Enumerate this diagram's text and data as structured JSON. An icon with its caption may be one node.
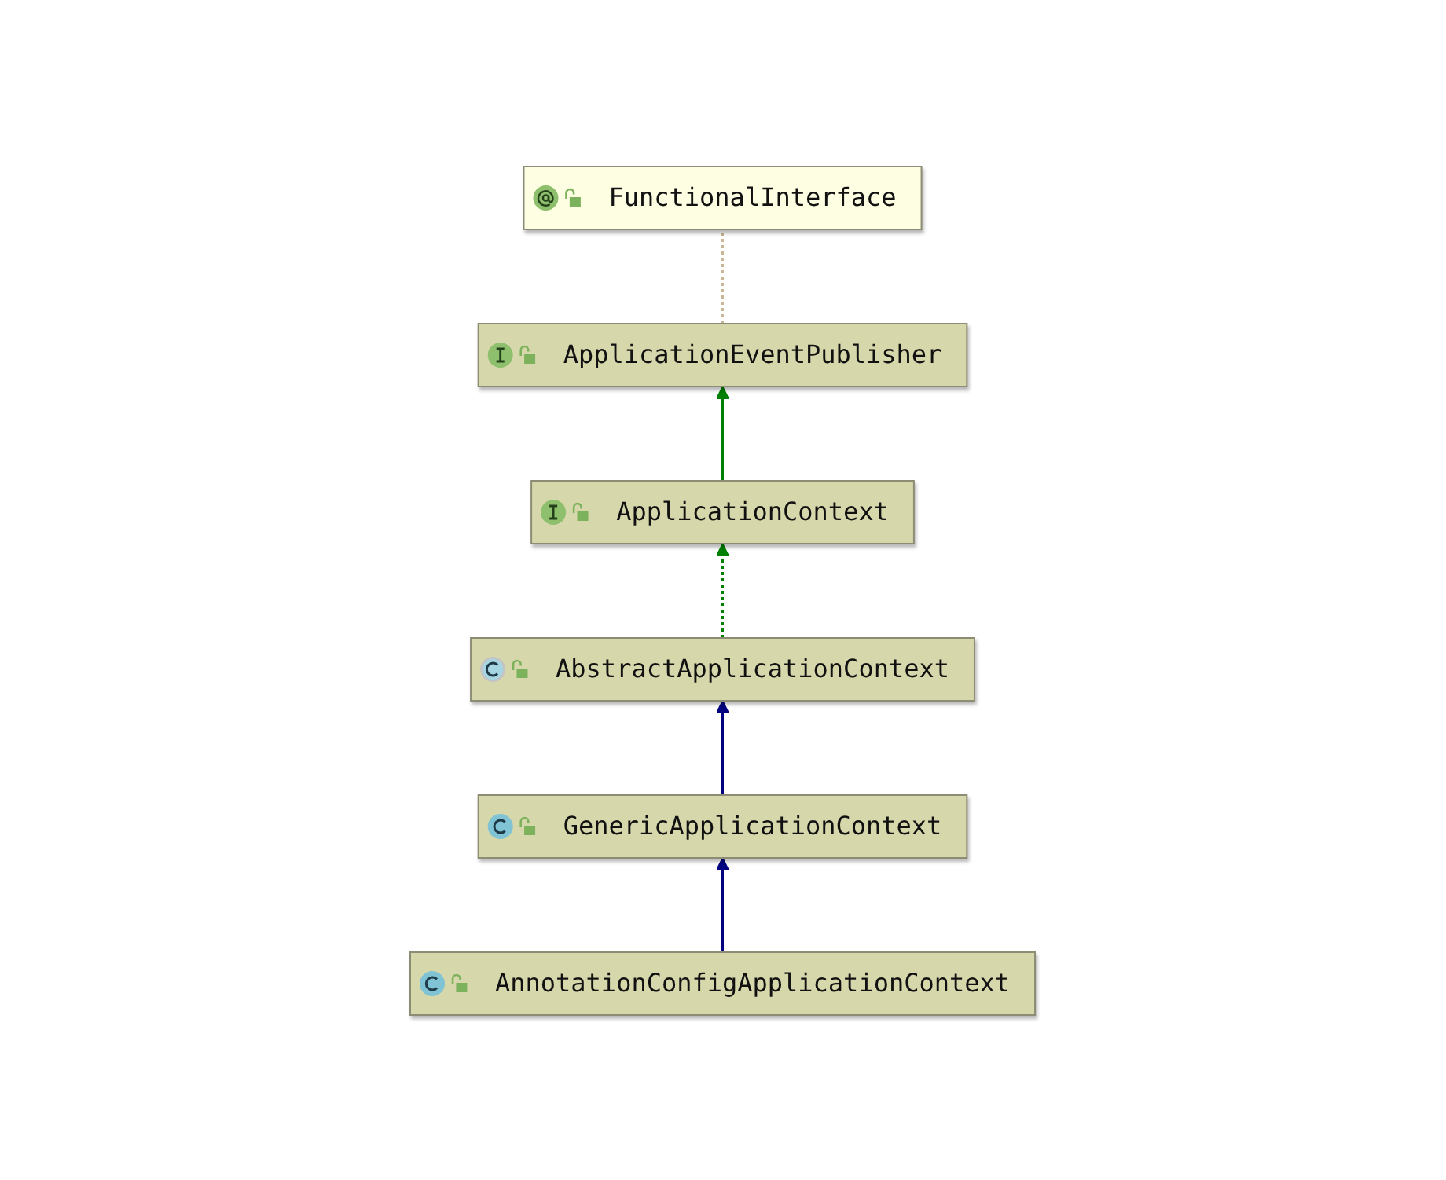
{
  "diagram": {
    "nodes": [
      {
        "text": [
          "FunctionalInterface"
        ]
      },
      {
        "text": [
          "ApplicationEventPublisher"
        ]
      },
      {
        "text": [
          "ApplicationContext"
        ]
      },
      {
        "text": [
          "AbstractApplicationContext"
        ]
      },
      {
        "text": [
          "GenericApplicationContext"
        ]
      },
      {
        "text": [
          "AnnotationConfigApplicationContext"
        ]
      }
    ],
    "edges": [
      {
        "from": 1,
        "to": 0,
        "arrow": "none",
        "style": "dashed",
        "color": "#c8b694"
      },
      {
        "from": 2,
        "to": 1,
        "arrow": "to",
        "color": "#008000"
      },
      {
        "from": 3,
        "to": 2,
        "arrow": "to",
        "style": "dashed",
        "color": "#008000"
      },
      {
        "from": 4,
        "to": 3,
        "arrow": "to",
        "color": "#000080"
      },
      {
        "from": 5,
        "to": 4,
        "arrow": "to",
        "color": "#000080"
      }
    ]
  }
}
